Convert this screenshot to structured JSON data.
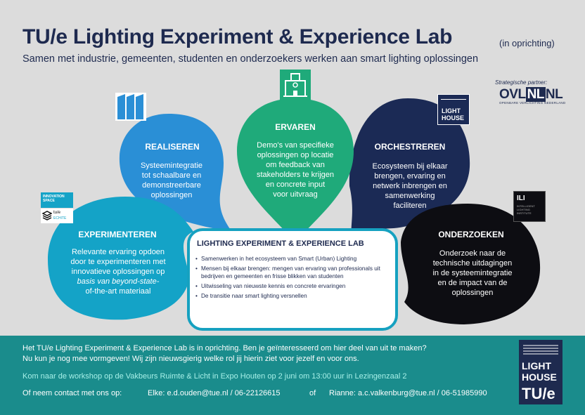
{
  "header": {
    "title": "TU/e Lighting Experiment & Experience Lab",
    "title_suffix": "(in oprichting)",
    "subtitle": "Samen met industrie, gemeenten, studenten en onderzoekers werken aan smart lighting oplossingen"
  },
  "partner": {
    "label": "Strategische partner:",
    "logo_text_a": "OVL",
    "logo_text_b": "NL",
    "logo_text_c": "NL",
    "logo_subtext": "OPENBARE VERLICHTING NEDERLAND"
  },
  "colors": {
    "experimenteren": "#14a3c7",
    "realiseren": "#2a8fd6",
    "ervaren": "#1faa7a",
    "orchestreren": "#1b2a55",
    "onderzoeken": "#0d0d12",
    "center_border": "#16a1c0",
    "footer": "#1a8c8c",
    "navy": "#1e2a4f"
  },
  "drops": {
    "experimenteren": {
      "title": "EXPERIMENTEREN",
      "lines": [
        "Relevante ervaring opdoen",
        "door te experimenteren met",
        "innovatieve oplossingen op",
        "basis van beyond-state-",
        "of-the-art materiaal"
      ],
      "icon_label_a": "INNOVATION SPACE",
      "icon_label_b": "tu/e",
      "icon_label_c": "ECHITE"
    },
    "realiseren": {
      "title": "REALISEREN",
      "lines": [
        "Systeemintegratie",
        "tot schaalbare en",
        "demonstreerbare",
        "oplossingen"
      ]
    },
    "ervaren": {
      "title": "ERVAREN",
      "lines": [
        "Demo's van specifieke",
        "oplossingen op locatie",
        "om feedback van",
        "stakeholders te krijgen",
        "en concrete input",
        "voor uitvraag"
      ]
    },
    "orchestreren": {
      "title": "ORCHESTREREN",
      "lines": [
        "Ecosysteem bij elkaar",
        "brengen, ervaring en",
        "netwerk inbrengen en",
        "samenwerking",
        "faciliteren"
      ],
      "icon_label_a": "LIGHT",
      "icon_label_b": "HOUSE"
    },
    "onderzoeken": {
      "title": "ONDERZOEKEN",
      "lines": [
        "Onderzoek naar de",
        "technische uitdagingen",
        "in de systeemintegratie",
        "en de impact van de",
        "oplossingen"
      ],
      "icon_label_a": "ILI",
      "icon_label_b": "INTELLIGENT LIGHTING INSTITUTE"
    }
  },
  "center": {
    "title": "LIGHTING EXPERIMENT & EXPERIENCE LAB",
    "items": [
      "Samenwerken in het ecosysteem van Smart (Urban) Lighting",
      "Mensen bij elkaar brengen: mengen van ervaring van professionals uit bedrijven en gemeenten en frisse blikken van studenten",
      "Uitwisseling van nieuwste kennis en concrete ervaringen",
      "De transitie naar smart lighting versnellen"
    ]
  },
  "footer": {
    "line1": "Het TU/e Lighting Experiment & Experience Lab is in oprichting. Ben je geïnteresseerd om hier deel van uit te maken?",
    "line2": "Nu kun je nog mee vormgeven! Wij zijn nieuwsgierig welke rol jij hierin ziet voor jezelf en voor ons.",
    "line3": "Kom naar de workshop op de Vakbeurs Ruimte & Licht in Expo Houten op 2 juni om 13:00 uur in Lezingenzaal 2",
    "contact_label": "Of neem contact met ons op:",
    "contact1": "Elke: e.d.ouden@tue.nl  /  06-22126615",
    "contact_or": "of",
    "contact2": "Rianne: a.c.valkenburg@tue.nl  /  06-51985990"
  },
  "logo": {
    "word1": "LIGHT",
    "word2": "HOUSE",
    "word3": "TU/e"
  }
}
